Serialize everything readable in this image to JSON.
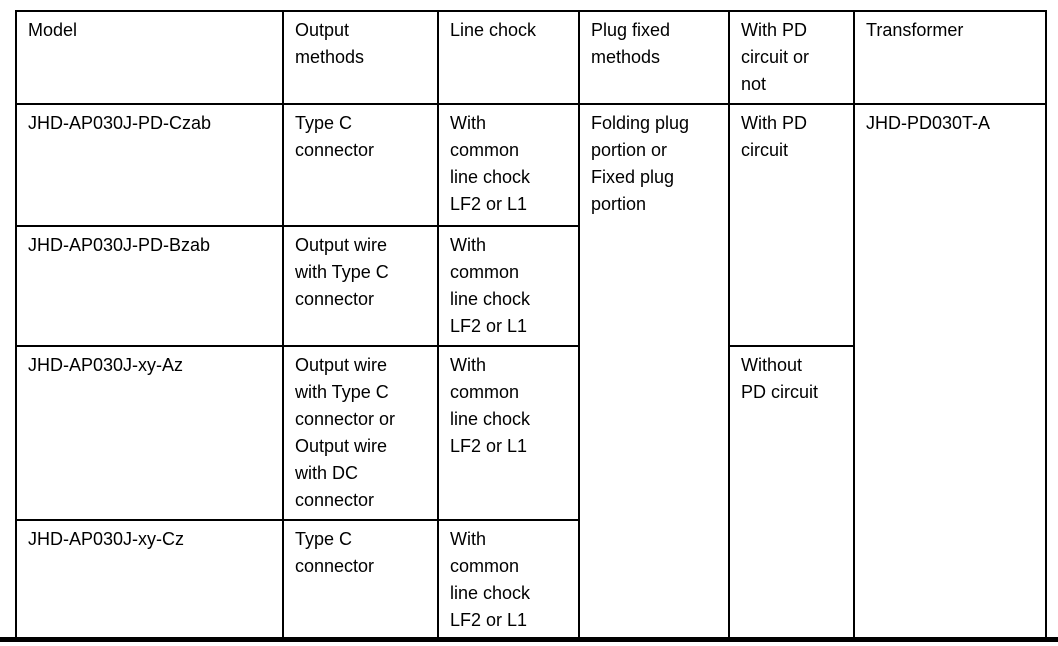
{
  "page": {
    "background_color": "#ffffff",
    "line_color": "#000000"
  },
  "table": {
    "headers": {
      "model": "Model",
      "output_methods": "Output\nmethods",
      "line_chock": "Line chock",
      "plug_fixed_methods": "Plug fixed\nmethods",
      "pd_circuit": "With PD\ncircuit or\nnot",
      "transformer": "Transformer"
    },
    "rows": [
      {
        "model": "JHD-AP030J-PD-Czab",
        "output_methods": "Type C\nconnector",
        "line_chock": "With\ncommon\nline chock\nLF2 or L1"
      },
      {
        "model": "JHD-AP030J-PD-Bzab",
        "output_methods": "Output wire\nwith Type C\nconnector",
        "line_chock": "With\ncommon\nline chock\nLF2 or L1"
      },
      {
        "model": "JHD-AP030J-xy-Az",
        "output_methods": "Output wire\nwith Type C\nconnector or\nOutput wire\nwith DC\nconnector",
        "line_chock": "With\ncommon\nline chock\nLF2 or L1"
      },
      {
        "model": "JHD-AP030J-xy-Cz",
        "output_methods": "Type C\nconnector",
        "line_chock": "With\ncommon\nline chock\nLF2 or L1"
      }
    ],
    "merged_cells": {
      "plug_fixed_methods": "Folding plug\nportion or\nFixed plug\nportion",
      "with_pd_circuit": "With PD\ncircuit",
      "without_pd_circuit": "Without\nPD circuit",
      "transformer": "JHD-PD030T-A"
    }
  }
}
